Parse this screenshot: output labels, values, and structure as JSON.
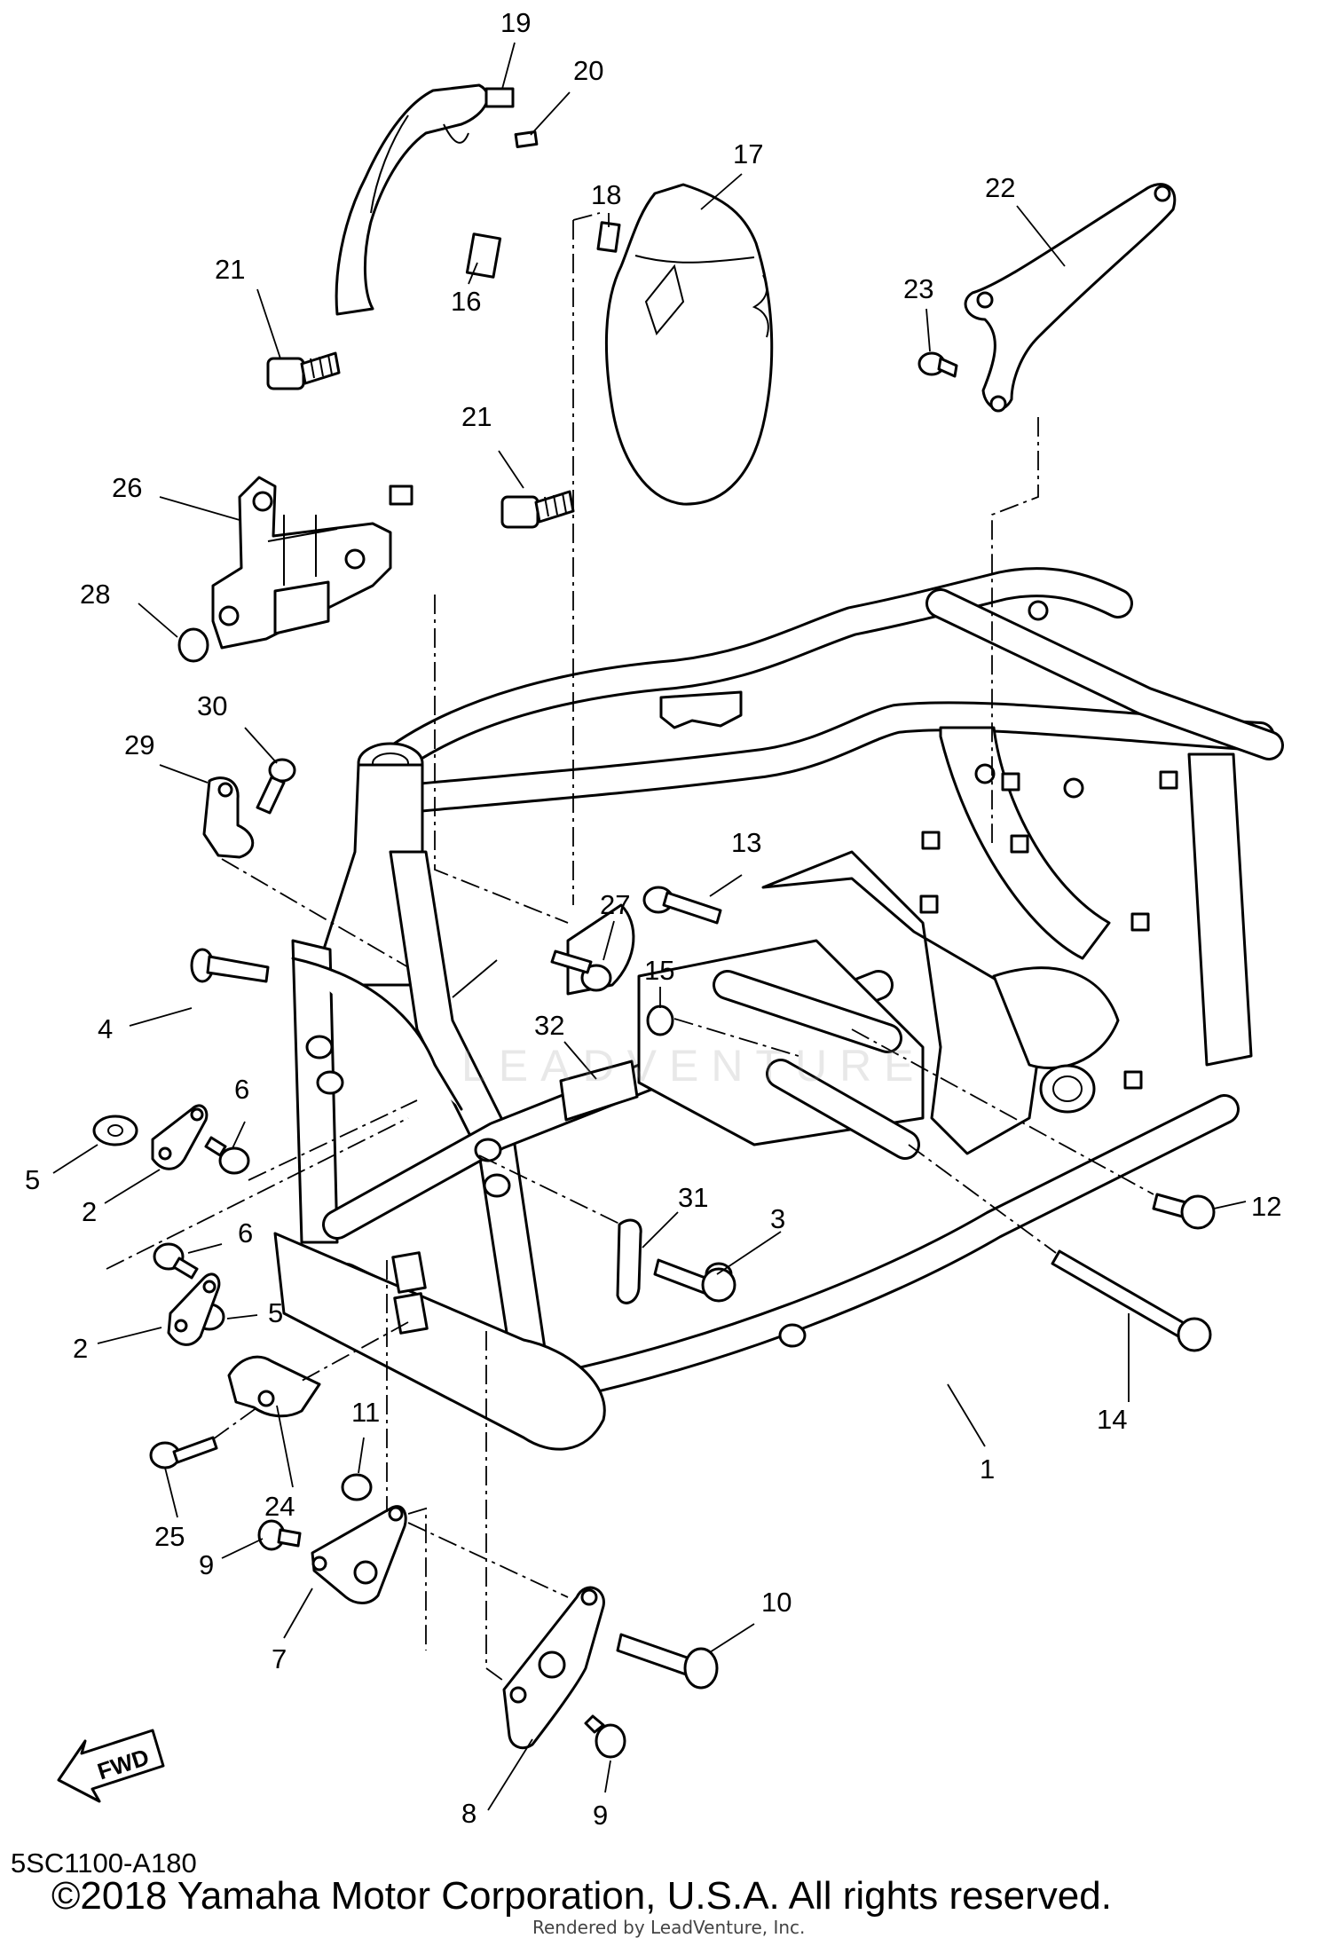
{
  "diagram": {
    "code": "5SC1100-A180",
    "copyright": "©2018 Yamaha Motor Corporation, U.S.A. All rights reserved.",
    "rendered_by": "Rendered by LeadVenture, Inc.",
    "watermark": "LEADVENTURE",
    "fwd_label": "FWD"
  },
  "callouts": {
    "n1": "1",
    "n2a": "2",
    "n2b": "2",
    "n3": "3",
    "n4": "4",
    "n5a": "5",
    "n5b": "5",
    "n6a": "6",
    "n6b": "6",
    "n7": "7",
    "n8": "8",
    "n9a": "9",
    "n9b": "9",
    "n10": "10",
    "n11": "11",
    "n12": "12",
    "n13": "13",
    "n14": "14",
    "n15": "15",
    "n16": "16",
    "n17": "17",
    "n18": "18",
    "n19": "19",
    "n20": "20",
    "n21a": "21",
    "n21b": "21",
    "n22": "22",
    "n23": "23",
    "n24": "24",
    "n25": "25",
    "n26": "26",
    "n27": "27",
    "n28": "28",
    "n29": "29",
    "n30": "30",
    "n31": "31",
    "n32": "32"
  }
}
